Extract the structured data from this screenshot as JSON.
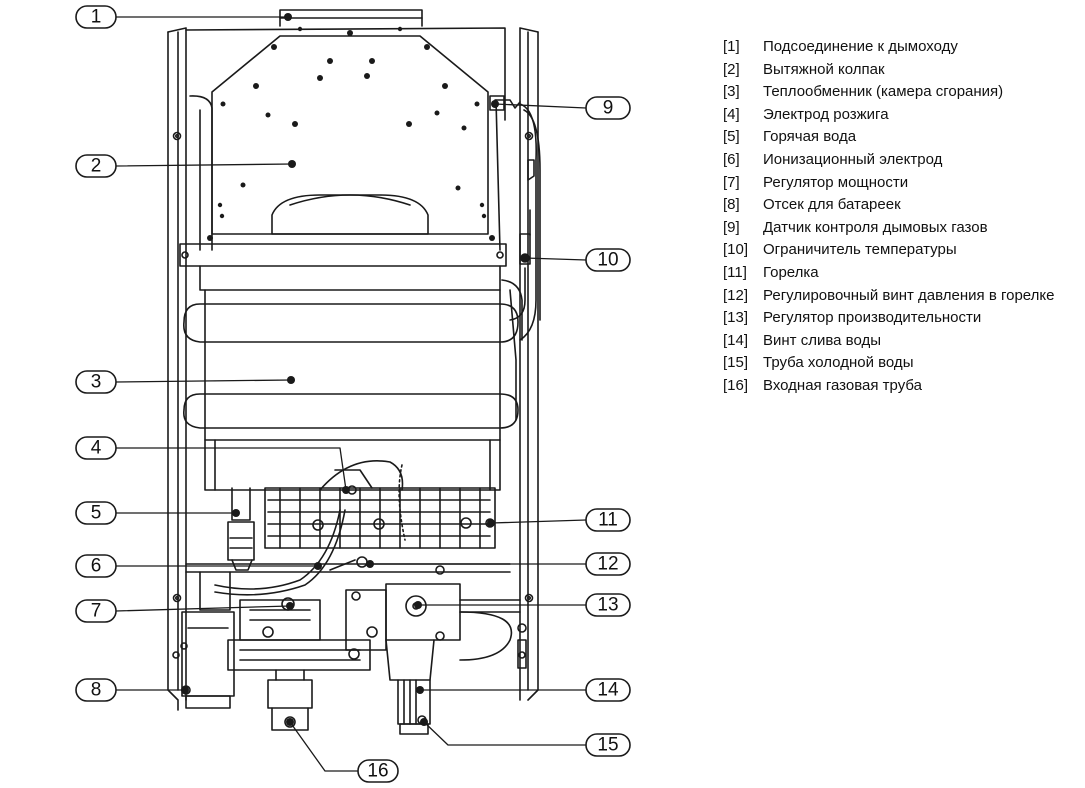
{
  "callouts": [
    "1",
    "2",
    "3",
    "4",
    "5",
    "6",
    "7",
    "8",
    "9",
    "10",
    "11",
    "12",
    "13",
    "14",
    "15",
    "16"
  ],
  "legend": [
    {
      "num": "[1]",
      "text": "Подсоединение к дымоходу"
    },
    {
      "num": "[2]",
      "text": "Вытяжной колпак"
    },
    {
      "num": "[3]",
      "text": "Теплообменник (камера сгорания)"
    },
    {
      "num": "[4]",
      "text": "Электрод розжига"
    },
    {
      "num": "[5]",
      "text": "Горячая вода"
    },
    {
      "num": "[6]",
      "text": "Ионизационный электрод"
    },
    {
      "num": "[7]",
      "text": "Регулятор мощности"
    },
    {
      "num": "[8]",
      "text": "Отсек для батареек"
    },
    {
      "num": "[9]",
      "text": "Датчик контроля дымовых газов"
    },
    {
      "num": "[10]",
      "text": "Ограничитель температуры"
    },
    {
      "num": "[11]",
      "text": "Горелка"
    },
    {
      "num": "[12]",
      "text": "Регулировочный винт давления в горелке"
    },
    {
      "num": "[13]",
      "text": "Регулятор производительности"
    },
    {
      "num": "[14]",
      "text": "Винт слива воды"
    },
    {
      "num": "[15]",
      "text": "Труба холодной воды"
    },
    {
      "num": "[16]",
      "text": "Входная газовая труба"
    }
  ]
}
